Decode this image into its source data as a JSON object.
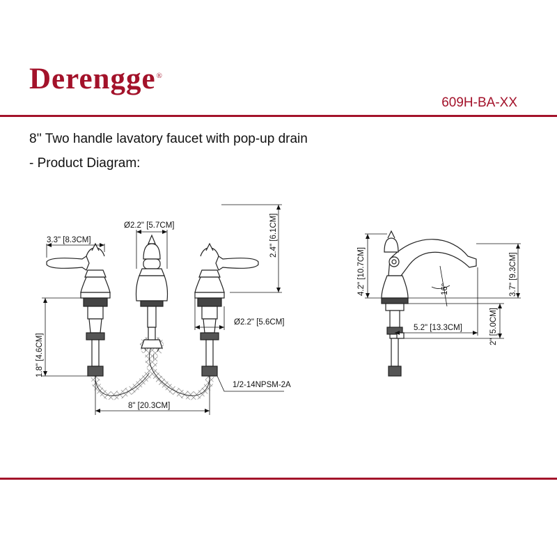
{
  "header": {
    "brand": "Derengge",
    "registered_mark": "®",
    "model_code": "609H-BA-XX",
    "accent_color": "#a3122a"
  },
  "content": {
    "title": "8'' Two handle lavatory faucet with pop-up drain",
    "subtitle": "- Product Diagram:"
  },
  "dimensions": {
    "handle_width": "3.3\" [8.3CM]",
    "spout_base_diameter": "Ø2.2\" [5.7CM]",
    "spout_height": "2.4\" [6.1CM]",
    "valve_diameter": "Ø2.2\" [5.6CM]",
    "shank_length": "1.8\" [4.6CM]",
    "thread_spec": "1/2-14NPSM-2A",
    "center_spread": "8\" [20.3CM]",
    "total_height": "4.2\" [10.7CM]",
    "spout_outlet_height": "3.7\" [9.3CM]",
    "spout_angle": "16°",
    "spout_reach": "5.2\" [13.3CM]",
    "drain_length": "2\" [5.0CM]"
  }
}
